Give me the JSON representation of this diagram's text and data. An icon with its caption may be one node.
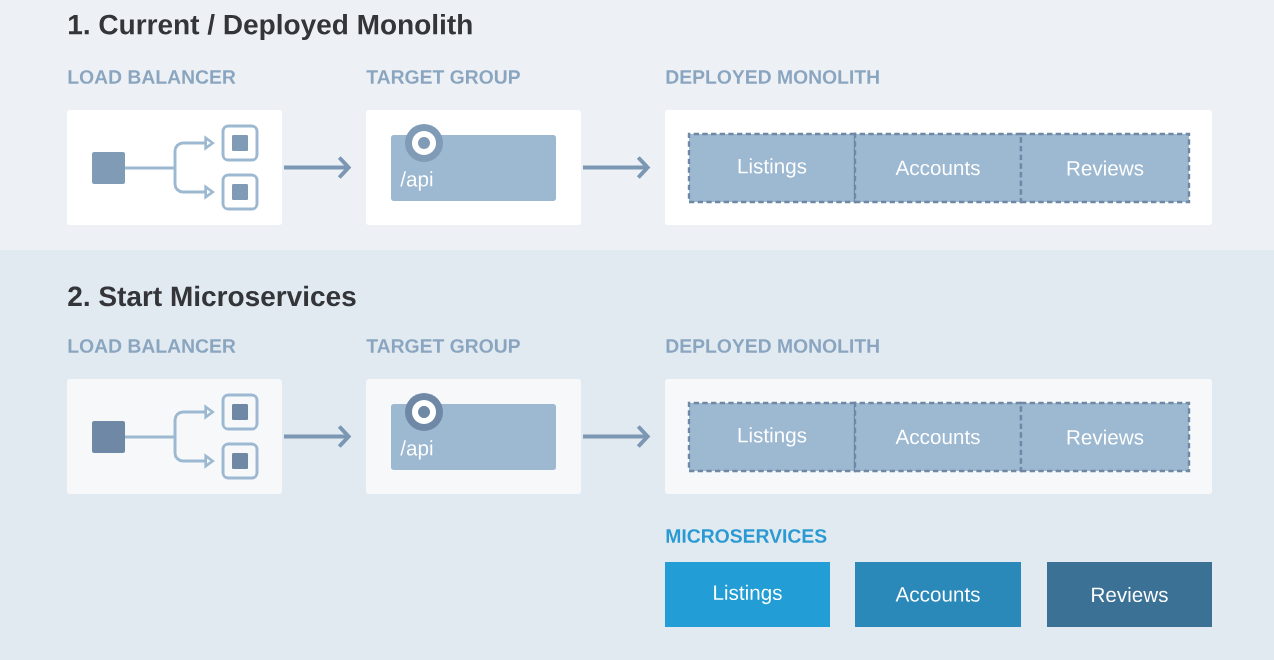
{
  "diagram": {
    "nodes": [
      {
        "text": [
          "1. Current / Deployed Monolith"
        ]
      },
      {
        "text": [
          "LOAD BALANCER"
        ],
        "in": 0
      },
      {
        "text": [
          "TARGET GROUP"
        ],
        "in": 0
      },
      {
        "text": [
          "/api"
        ],
        "in": 2
      },
      {
        "text": [
          "DEPLOYED MONOLITH"
        ],
        "in": 0
      },
      {
        "text": [
          "Listings"
        ],
        "in": 4
      },
      {
        "text": [
          "Accounts"
        ],
        "in": 4
      },
      {
        "text": [
          "Reviews"
        ],
        "in": 4
      },
      {
        "text": [
          "2. Start Microservices"
        ]
      },
      {
        "text": [
          "LOAD BALANCER"
        ],
        "in": 8
      },
      {
        "text": [
          "TARGET GROUP"
        ],
        "in": 8
      },
      {
        "text": [
          "/api"
        ],
        "in": 10
      },
      {
        "text": [
          "DEPLOYED MONOLITH"
        ],
        "in": 8
      },
      {
        "text": [
          "Listings"
        ],
        "in": 12
      },
      {
        "text": [
          "Accounts"
        ],
        "in": 12
      },
      {
        "text": [
          "Reviews"
        ],
        "in": 12
      },
      {
        "text": [
          "Listings"
        ],
        "in": 8
      },
      {
        "text": [
          "Accounts"
        ],
        "in": 8
      },
      {
        "text": [
          "Reviews"
        ],
        "in": 8
      }
    ],
    "edges": [
      {
        "from": 1,
        "to": 2,
        "arrow": "to"
      },
      {
        "from": 2,
        "to": 4,
        "arrow": "to"
      },
      {
        "from": 9,
        "to": 10,
        "arrow": "to"
      },
      {
        "from": 10,
        "to": 12,
        "arrow": "to"
      }
    ],
    "labels": [
      "MICROSERVICES"
    ]
  }
}
